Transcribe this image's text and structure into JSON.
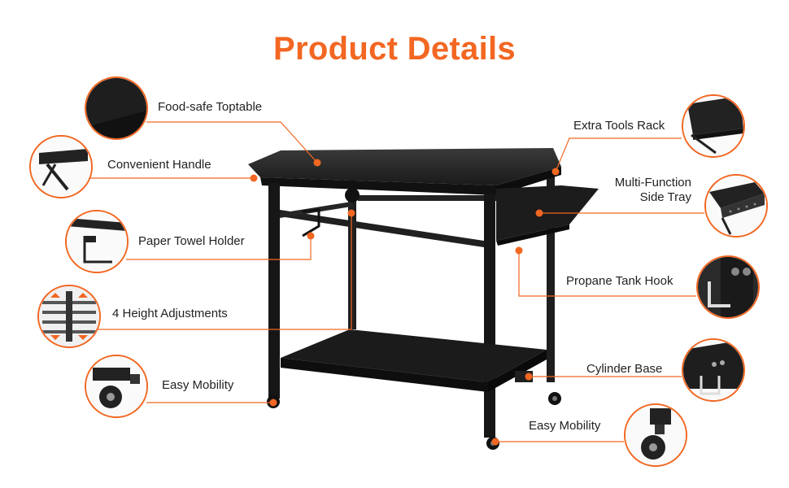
{
  "title": "Product Details",
  "accent_color": "#f26722",
  "features_left": [
    {
      "label": "Food-safe Toptable",
      "icon": "toptable-closeup-icon"
    },
    {
      "label": "Convenient Handle",
      "icon": "handle-closeup-icon"
    },
    {
      "label": "Paper Towel Holder",
      "icon": "towel-holder-closeup-icon"
    },
    {
      "label": "4 Height Adjustments",
      "icon": "height-adjust-closeup-icon"
    },
    {
      "label": "Easy Mobility",
      "icon": "caster-wheel-closeup-icon"
    }
  ],
  "features_right": [
    {
      "label": "Extra Tools Rack",
      "icon": "tools-rack-closeup-icon"
    },
    {
      "label_line1": "Multi-Function",
      "label_line2": "Side Tray",
      "icon": "side-tray-closeup-icon"
    },
    {
      "label": "Propane Tank Hook",
      "icon": "tank-hook-closeup-icon"
    },
    {
      "label": "Cylinder Base",
      "icon": "cylinder-base-closeup-icon"
    },
    {
      "label": "Easy Mobility",
      "icon": "caster-wheel-closeup-icon"
    }
  ]
}
